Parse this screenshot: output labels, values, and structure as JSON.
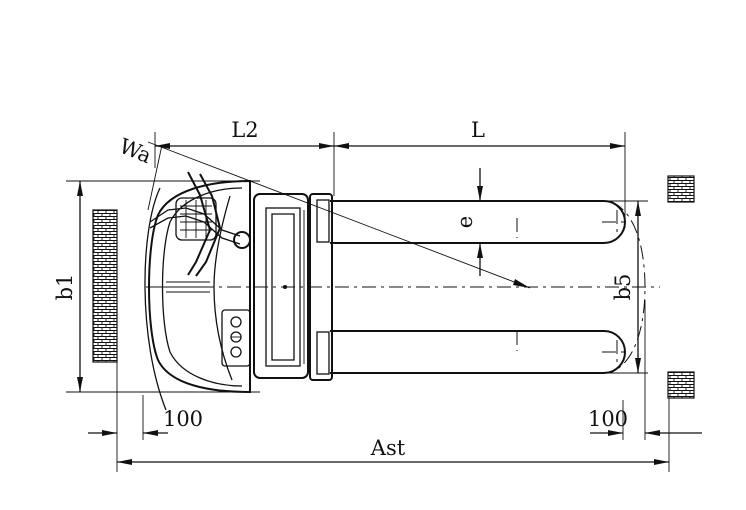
{
  "labels": {
    "l2": "L2",
    "l": "L",
    "wa": "Wa",
    "e": "e",
    "b1": "b1",
    "b5": "b5",
    "dim_left_100": "100",
    "dim_right_100": "100",
    "ast": "Ast"
  },
  "icons": {
    "pallet_left": "brick-pallet-icon",
    "pallet_right_top": "brick-pallet-icon",
    "pallet_right_bottom": "brick-pallet-icon",
    "tiller": "tiller-handle-icon",
    "control_panel": "control-panel-icon"
  }
}
